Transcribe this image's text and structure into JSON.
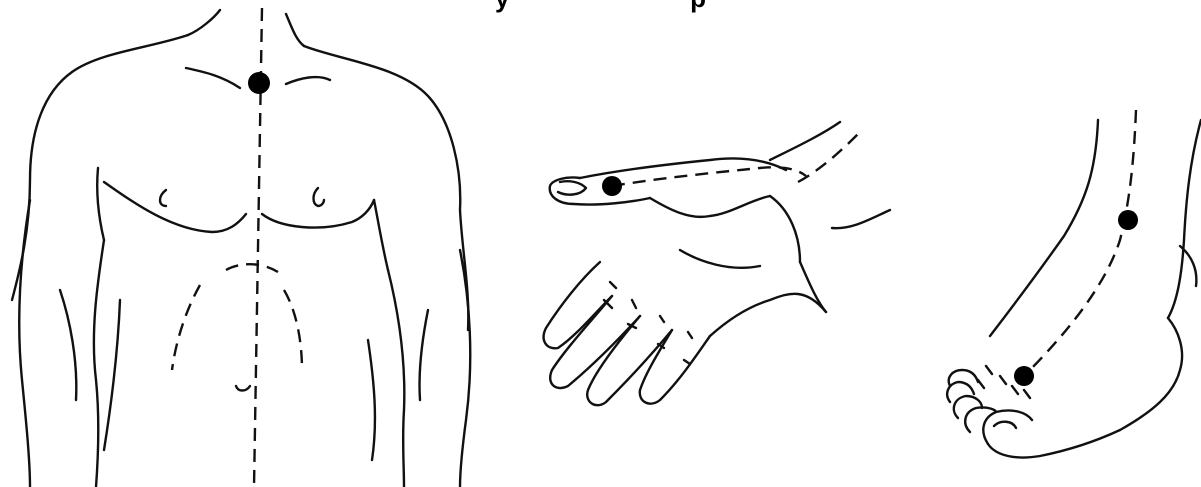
{
  "figure": {
    "title_fragment": "y                         p",
    "panels": [
      {
        "id": "torso",
        "description_name": "torso-panel"
      },
      {
        "id": "hand",
        "description_name": "hand-panel"
      },
      {
        "id": "foot",
        "description_name": "foot-panel"
      }
    ],
    "colors": {
      "line": "#111111",
      "point": "#000000",
      "background": "#ffffff"
    }
  }
}
